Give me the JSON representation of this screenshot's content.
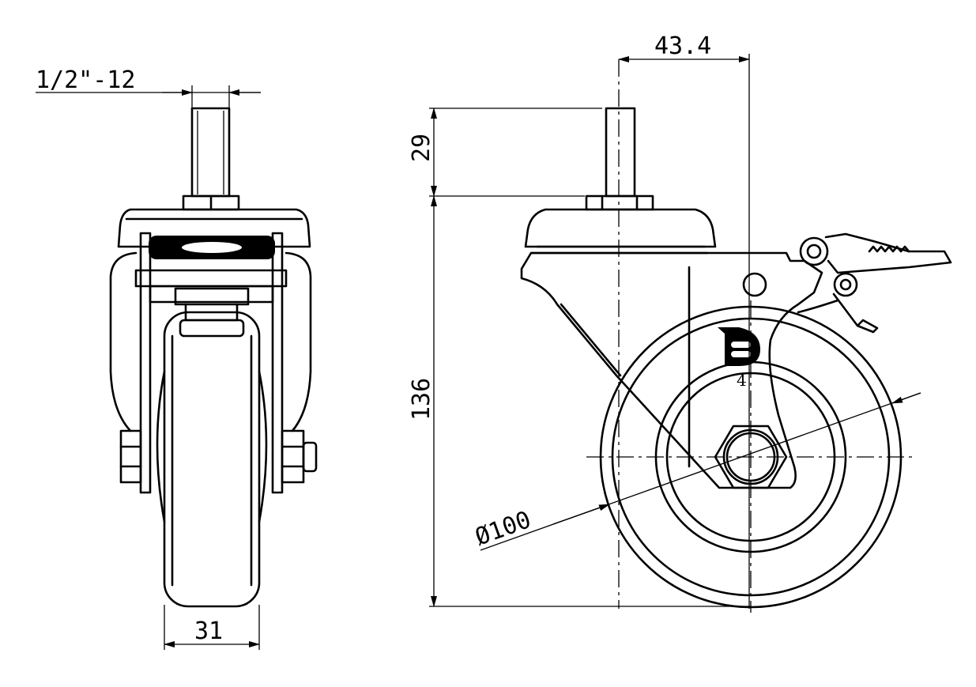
{
  "drawing": {
    "front_view": {
      "thread_dimension": "1/2\"-12",
      "wheel_width": "31"
    },
    "side_view": {
      "stem_offset": "43.4",
      "stem_height": "29",
      "overall_height": "136",
      "wheel_diameter": "Ø100",
      "logo_text": "4"
    }
  }
}
